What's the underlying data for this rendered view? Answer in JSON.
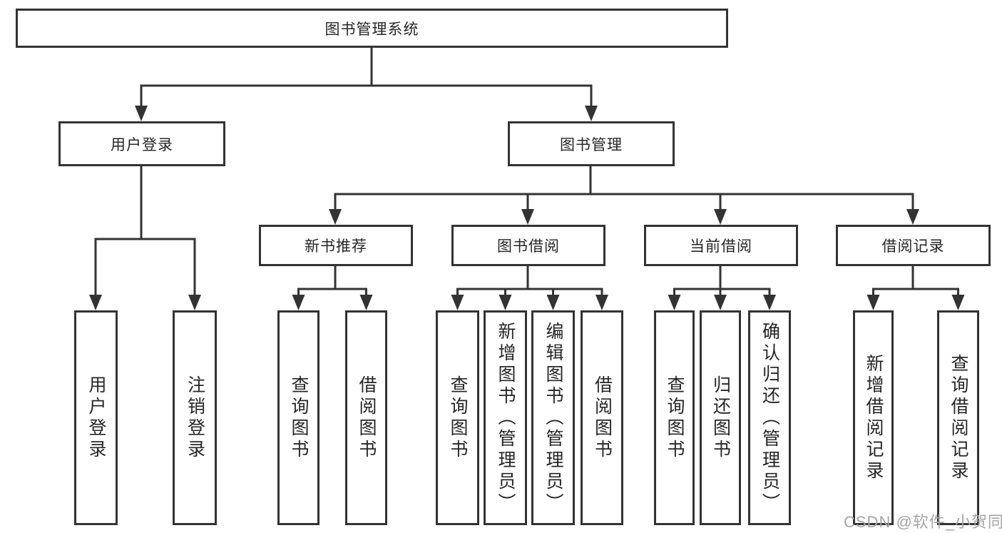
{
  "diagram": {
    "root": {
      "label": "图书管理系统"
    },
    "groups": [
      {
        "label": "用户登录",
        "children": [
          {
            "label": "用户登录"
          },
          {
            "label": "注销登录"
          }
        ]
      },
      {
        "label": "图书管理",
        "subgroups": [
          {
            "label": "新书推荐",
            "children": [
              {
                "label": "查询图书"
              },
              {
                "label": "借阅图书"
              }
            ]
          },
          {
            "label": "图书借阅",
            "children": [
              {
                "label": "查询图书"
              },
              {
                "label": "新增图书（管理员）"
              },
              {
                "label": "编辑图书（管理员）"
              },
              {
                "label": "借阅图书"
              }
            ]
          },
          {
            "label": "当前借阅",
            "children": [
              {
                "label": "查询图书"
              },
              {
                "label": "归还图书"
              },
              {
                "label": "确认归还（管理员）"
              }
            ]
          },
          {
            "label": "借阅记录",
            "children": [
              {
                "label": "新增借阅记录"
              },
              {
                "label": "查询借阅记录"
              }
            ]
          }
        ]
      }
    ]
  },
  "watermark": {
    "text": "CSDN @软件_小贺同学"
  },
  "colors": {
    "line": "#333333",
    "text": "#262626",
    "background": "#ffffff",
    "watermark": "#a6a6a6"
  }
}
